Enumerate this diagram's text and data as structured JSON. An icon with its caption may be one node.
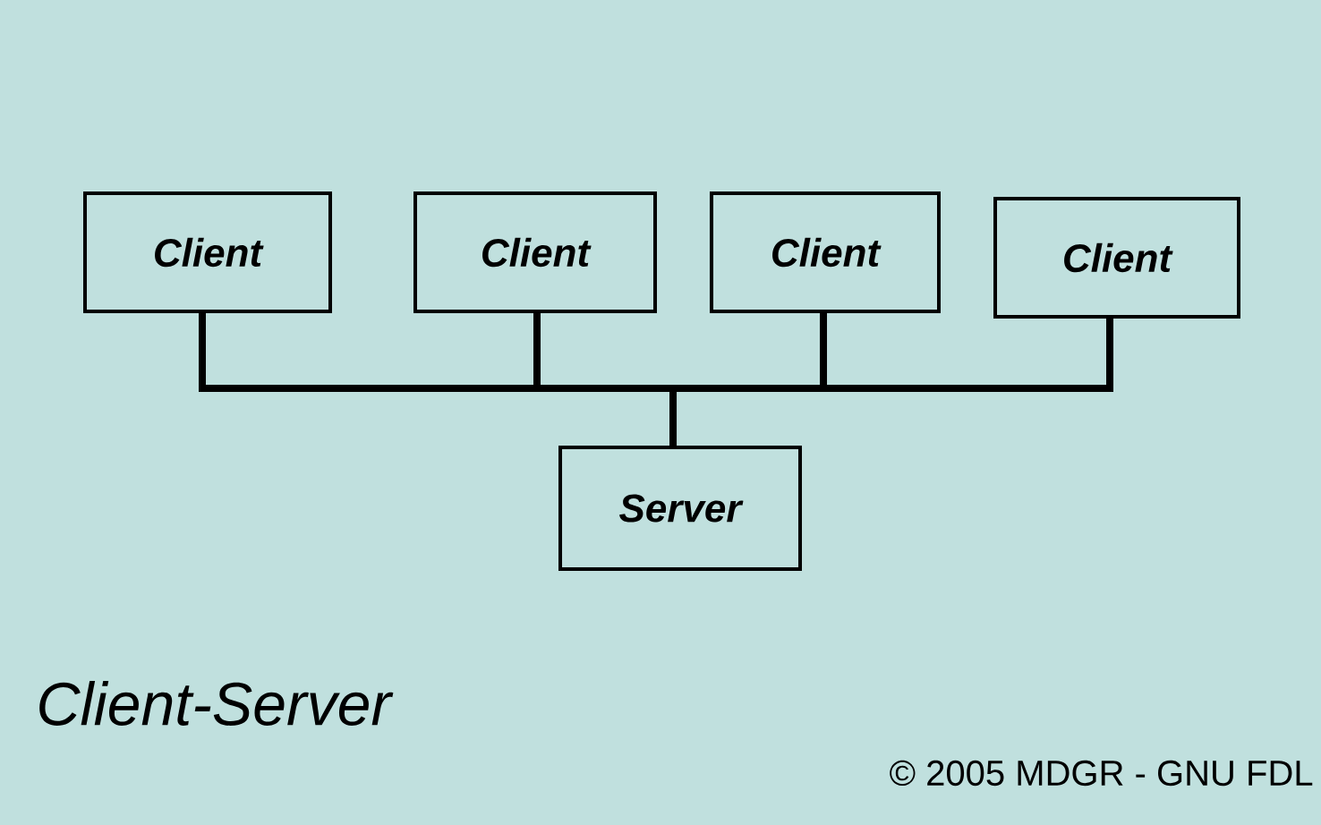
{
  "diagram": {
    "title": "Client-Server",
    "nodes": [
      {
        "text": [
          "Client"
        ]
      },
      {
        "text": [
          "Client"
        ]
      },
      {
        "text": [
          "Client"
        ]
      },
      {
        "text": [
          "Client"
        ]
      },
      {
        "text": [
          "Server"
        ]
      }
    ],
    "edges": [
      {
        "from": 0,
        "to": 4,
        "arrow": "none"
      },
      {
        "from": 1,
        "to": 4,
        "arrow": "none"
      },
      {
        "from": 2,
        "to": 4,
        "arrow": "none"
      },
      {
        "from": 3,
        "to": 4,
        "arrow": "none"
      }
    ],
    "labels": [
      "© 2005 MDGR - GNU FDL"
    ]
  }
}
